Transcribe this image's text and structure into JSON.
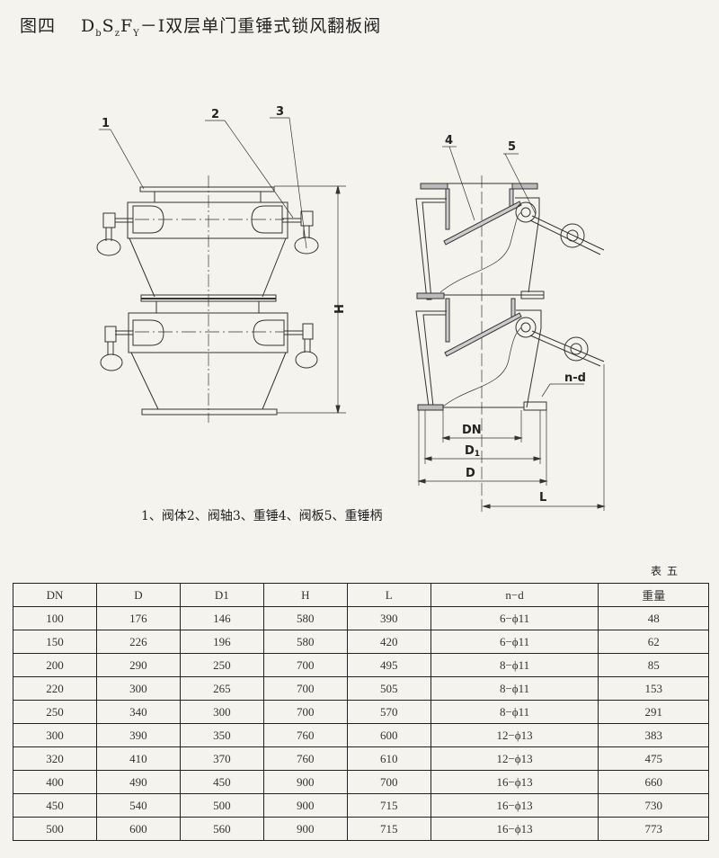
{
  "title": {
    "prefix": "图四",
    "p1": "D",
    "s1": "b",
    "p2": "S",
    "s2": "z",
    "p3": "F",
    "s3": "Y",
    "suffix": "－Ⅰ双层单门重锤式锁风翻板阀"
  },
  "drawing": {
    "callouts": [
      "1",
      "2",
      "3",
      "4",
      "5"
    ],
    "dims": {
      "H": "H",
      "DN": "DN",
      "D1": "D",
      "D1_sub": "1",
      "D": "D",
      "L": "L",
      "nd": "n-d"
    }
  },
  "caption": "1、阀体2、阀轴3、重锤4、阀板5、重锤柄",
  "table_label": "表五",
  "table": {
    "headers": [
      "DN",
      "D",
      "D1",
      "H",
      "L",
      "n−d",
      "重量"
    ],
    "rows": [
      [
        "100",
        "176",
        "146",
        "580",
        "390",
        "6−ϕ11",
        "48"
      ],
      [
        "150",
        "226",
        "196",
        "580",
        "420",
        "6−ϕ11",
        "62"
      ],
      [
        "200",
        "290",
        "250",
        "700",
        "495",
        "8−ϕ11",
        "85"
      ],
      [
        "220",
        "300",
        "265",
        "700",
        "505",
        "8−ϕ11",
        "153"
      ],
      [
        "250",
        "340",
        "300",
        "700",
        "570",
        "8−ϕ11",
        "291"
      ],
      [
        "300",
        "390",
        "350",
        "760",
        "600",
        "12−ϕ13",
        "383"
      ],
      [
        "320",
        "410",
        "370",
        "760",
        "610",
        "12−ϕ13",
        "475"
      ],
      [
        "400",
        "490",
        "450",
        "900",
        "700",
        "16−ϕ13",
        "660"
      ],
      [
        "450",
        "540",
        "500",
        "900",
        "715",
        "16−ϕ13",
        "730"
      ],
      [
        "500",
        "600",
        "560",
        "900",
        "715",
        "16−ϕ13",
        "773"
      ]
    ]
  }
}
